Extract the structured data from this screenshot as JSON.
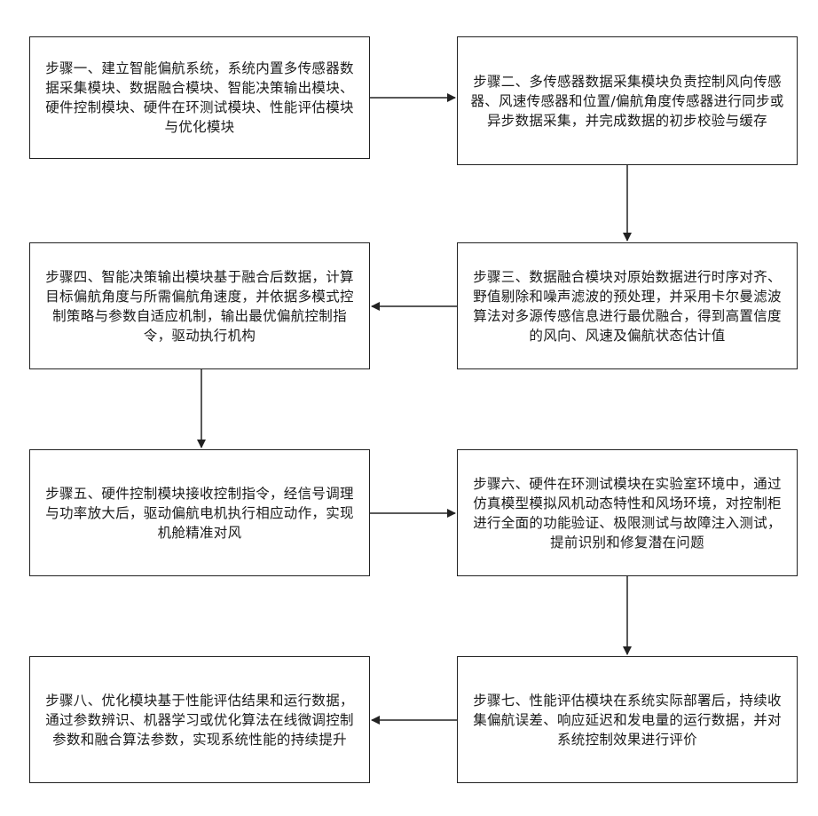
{
  "steps": [
    "步骤一、建立智能偏航系统，系统内置多传感器数据采集模块、数据融合模块、智能决策输出模块、硬件控制模块、硬件在环测试模块、性能评估模块与优化模块",
    "步骤二、多传感器数据采集模块负责控制风向传感器、风速传感器和位置/偏航角度传感器进行同步或异步数据采集，并完成数据的初步校验与缓存",
    "步骤三、数据融合模块对原始数据进行时序对齐、野值剔除和噪声滤波的预处理，并采用卡尔曼滤波算法对多源传感信息进行最优融合，得到高置信度的风向、风速及偏航状态估计值",
    "步骤四、智能决策输出模块基于融合后数据，计算目标偏航角度与所需偏航角速度，并依据多模式控制策略与参数自适应机制，输出最优偏航控制指令，驱动执行机构",
    "步骤五、硬件控制模块接收控制指令，经信号调理与功率放大后，驱动偏航电机执行相应动作，实现机舱精准对风",
    "步骤六、硬件在环测试模块在实验室环境中，通过仿真模型模拟风机动态特性和风场环境，对控制柜进行全面的功能验证、极限测试与故障注入测试，提前识别和修复潜在问题",
    "步骤七、性能评估模块在系统实际部署后，持续收集偏航误差、响应延迟和发电量的运行数据，并对系统控制效果进行评价",
    "步骤八、优化模块基于性能评估结果和运行数据，通过参数辨识、机器学习或优化算法在线微调控制参数和融合算法参数，实现系统性能的持续提升"
  ]
}
